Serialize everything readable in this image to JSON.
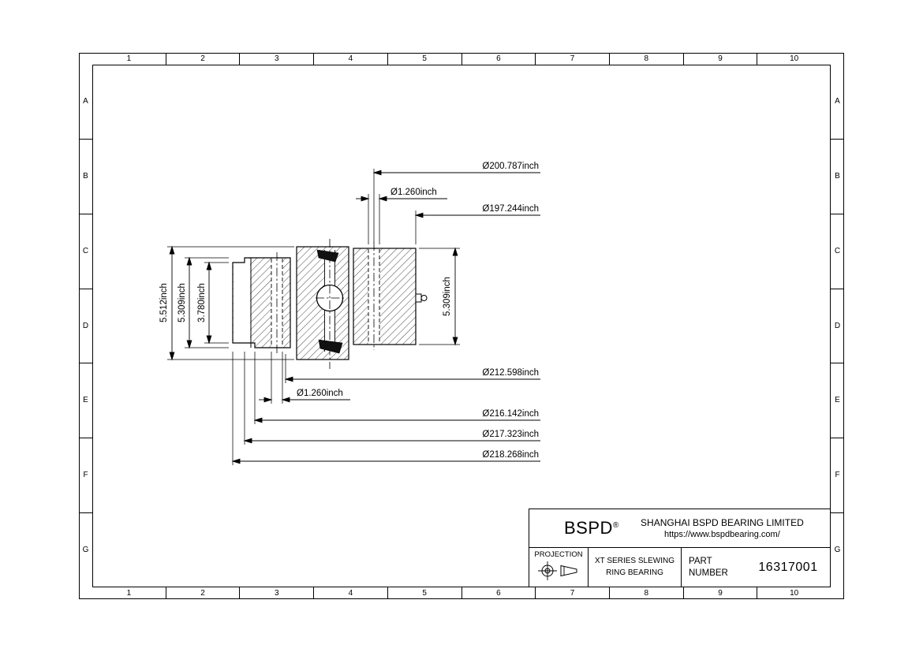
{
  "sheet": {
    "grid_columns": [
      "1",
      "2",
      "3",
      "4",
      "5",
      "6",
      "7",
      "8",
      "9",
      "10"
    ],
    "grid_rows": [
      "A",
      "B",
      "C",
      "D",
      "E",
      "F",
      "G"
    ]
  },
  "drawing": {
    "dim_inner_bolt_circle": "Ø200.787inch",
    "dim_inner_bolt_hole": "Ø1.260inch",
    "dim_bore": "Ø197.244inch",
    "dim_outer_bolt_circle": "Ø212.598inch",
    "dim_outer_bolt_hole": "Ø1.260inch",
    "dim_od_step2": "Ø216.142inch",
    "dim_od_step1": "Ø217.323inch",
    "dim_od_outer": "Ø218.268inch",
    "dim_height_total": "5.512inch",
    "dim_height_outer": "5.309inch",
    "dim_height_gear": "3.780inch",
    "dim_height_inner": "5.309inch"
  },
  "title_block": {
    "logo": "BSPD",
    "registered_mark": "®",
    "company": "SHANGHAI BSPD BEARING LIMITED",
    "website": "https://www.bspdbearing.com/",
    "projection_label": "PROJECTION",
    "product_line1": "XT SERIES SLEWING",
    "product_line2": "RING BEARING",
    "part_label_line1": "PART",
    "part_label_line2": "NUMBER",
    "part_number": "16317001"
  }
}
